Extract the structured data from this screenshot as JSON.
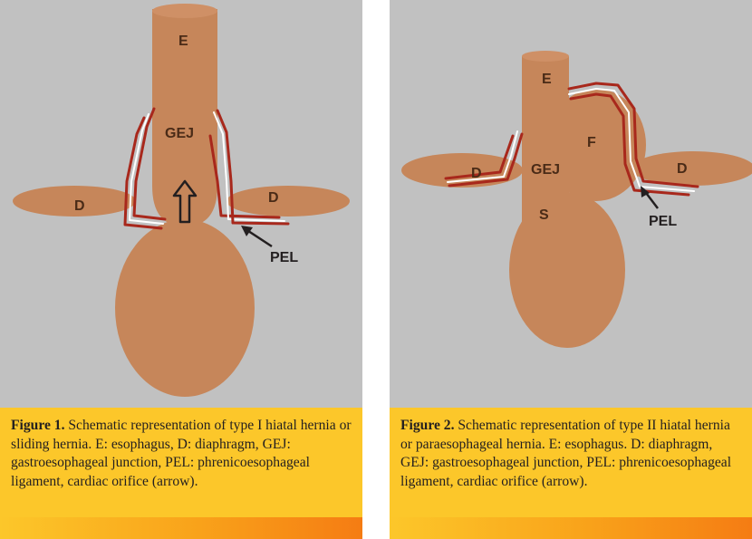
{
  "colors": {
    "panel_background": "#c1c1c1",
    "organ": "#c6865a",
    "ligament": "#a8281c",
    "caption_background": "#fcc72a",
    "footer_gradient_end": "#f57c13"
  },
  "figure1": {
    "labels": {
      "esophagus": "E",
      "junction": "GEJ",
      "diaphragm_left": "D",
      "diaphragm_right": "D",
      "ligament": "PEL"
    },
    "caption_label": "Figure 1.",
    "caption_text": " Schematic representation of type I hiatal hernia or sliding hernia. E: esophagus, D: diaphragm, GEJ: gastroesophageal junction, PEL: phrenicoesophageal ligament, cardiac orifice (arrow)."
  },
  "figure2": {
    "labels": {
      "esophagus": "E",
      "fundus": "F",
      "junction": "GEJ",
      "stomach": "S",
      "diaphragm_left": "D",
      "diaphragm_right": "D",
      "ligament": "PEL"
    },
    "caption_label": "Figure 2.",
    "caption_text": " Schematic representation of type II hiatal hernia or paraesophageal hernia. E: esophagus. D: diaphragm, GEJ: gastroesophageal junction, PEL: phrenicoesophageal ligament, cardiac orifice (arrow)."
  }
}
